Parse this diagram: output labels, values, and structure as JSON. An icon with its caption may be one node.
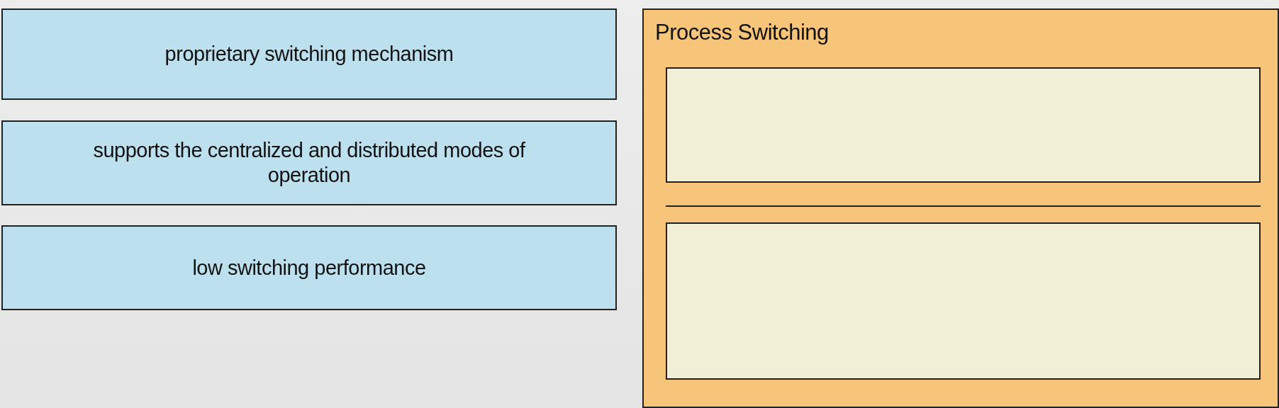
{
  "diagram": {
    "nodes": [
      {
        "text": [
          "proprietary switching mechanism"
        ]
      },
      {
        "text": [
          "supports the centralized and distributed modes of operation"
        ]
      },
      {
        "text": [
          "low switching performance"
        ]
      },
      {
        "text": [
          "Process Switching"
        ]
      },
      {
        "text": [],
        "shape": "box",
        "in": 3
      },
      {
        "text": [],
        "shape": "box",
        "in": 3
      }
    ]
  }
}
